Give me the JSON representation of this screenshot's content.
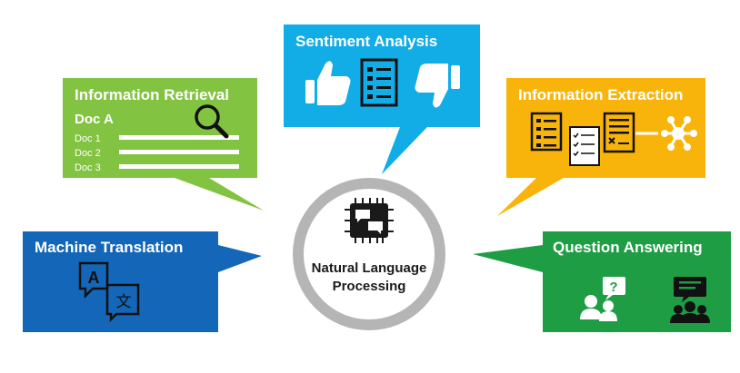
{
  "hub": {
    "line1": "Natural Language",
    "line2": "Processing",
    "icon": "chip-chat-icon"
  },
  "cards": {
    "sentiment": {
      "title": "Sentiment Analysis",
      "color": "#12ace6",
      "icons": [
        "thumbs-up-icon",
        "checklist-icon",
        "thumbs-down-icon"
      ]
    },
    "retrieval": {
      "title": "Information Retrieval",
      "color": "#82c341",
      "doc_main": "Doc A",
      "docs": [
        "Doc 1",
        "Doc 2",
        "Doc 3"
      ],
      "icon": "magnifier-icon"
    },
    "extraction": {
      "title": "Information Extraction",
      "color": "#f9b40b",
      "icons": [
        "checklist-icon",
        "form-icon",
        "network-icon"
      ]
    },
    "translation": {
      "title": "Machine Translation",
      "color": "#1467b8",
      "glyph_a": "A",
      "glyph_b": "文"
    },
    "qa": {
      "title": "Question Answering",
      "color": "#1f9d45",
      "glyph_q": "?",
      "icons": [
        "question-person-icon",
        "group-answer-icon"
      ]
    }
  },
  "colors": {
    "hub_ring": "#bfbfbf",
    "hub_fill": "#ffffff",
    "icon_dark": "#1a1a1a"
  }
}
